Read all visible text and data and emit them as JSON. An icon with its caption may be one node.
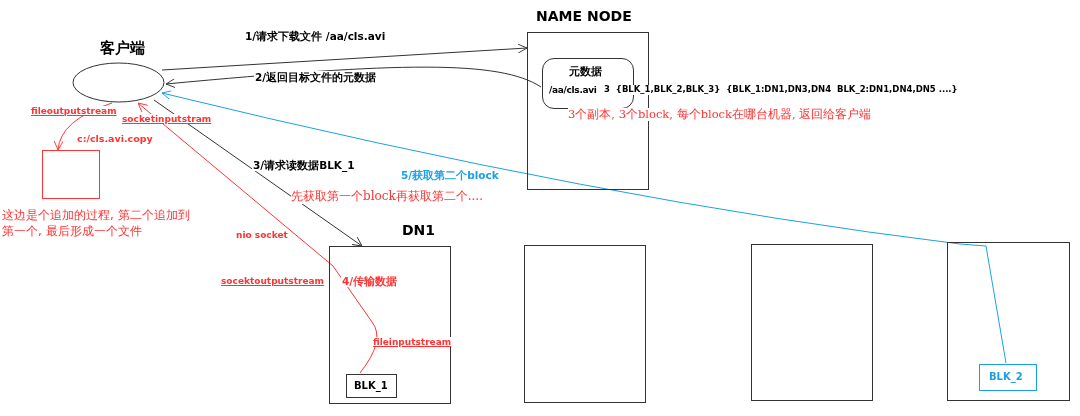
{
  "diagram": {
    "nodes": [
      {
        "text": [
          "客户端"
        ]
      },
      {
        "text": [
          "NAME NODE"
        ]
      },
      {
        "text": [
          "元数据",
          "/aa/cls.avi"
        ],
        "in": 1
      },
      {
        "text": [
          "c:/cls.avi.copy"
        ]
      },
      {
        "text": [
          "DN1"
        ]
      },
      {
        "text": [
          "BLK_1"
        ],
        "in": 4
      },
      {
        "text": [],
        "shape": "box"
      },
      {
        "text": [],
        "shape": "box"
      },
      {
        "text": [],
        "shape": "box"
      },
      {
        "text": [
          "BLK_2"
        ],
        "in": 8
      }
    ],
    "edges": [
      {
        "from": 0,
        "to": 1,
        "arrow": "to",
        "label": "1/请求下载文件 /aa/cls.avi"
      },
      {
        "from": 2,
        "to": 0,
        "arrow": "to",
        "label": "2/返回目标文件的元数据"
      },
      {
        "from": 0,
        "to": 4,
        "arrow": "to",
        "label": "3/请求读数据BLK_1"
      },
      {
        "from": 5,
        "to": 0,
        "arrow": "to",
        "label": "4/传输数据",
        "color": "#ff3333"
      },
      {
        "from": 9,
        "to": 0,
        "arrow": "to",
        "label": "5/获取第二个block",
        "color": "#1ba1e2"
      },
      {
        "from": 0,
        "to": 3,
        "arrow": "to",
        "label": "fileoutputstream",
        "color": "#ff3333"
      }
    ],
    "labels": [
      "3  {BLK_1,BLK_2,BLK_3}  {BLK_1:DN1,DN3,DN4  BLK_2:DN1,DN4,DN5 ....}",
      "3个副本, 3个block, 每个block在哪台机器, 返回给客户端",
      "socketinputstram",
      "先获取第一个block再获取第二个....",
      "这边是个追加的过程, 第二个追加到第一个, 最后形成一个文件",
      "nio socket",
      "socektoutputstream",
      "fileinputstream"
    ]
  }
}
